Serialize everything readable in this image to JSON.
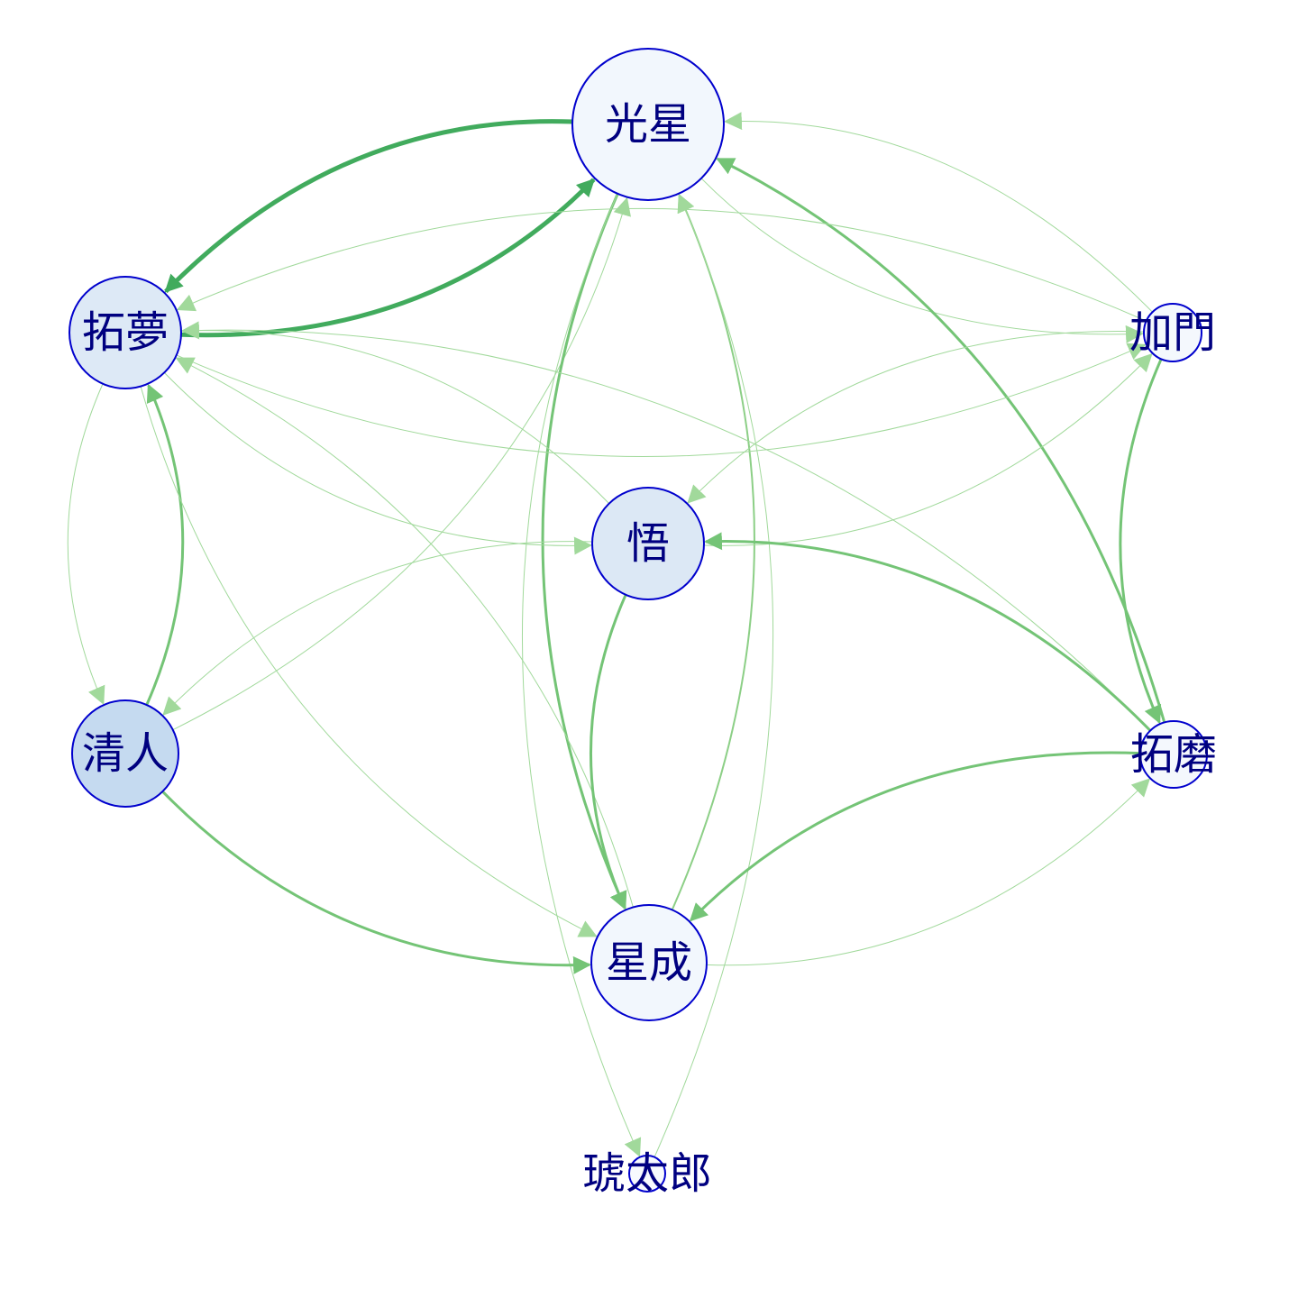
{
  "nodes": [
    {
      "id": "kosei",
      "label": "光星",
      "fill": "#f2f7fd"
    },
    {
      "id": "takumu",
      "label": "拓夢",
      "fill": "#dde9f6"
    },
    {
      "id": "kamon",
      "label": "加門",
      "fill": "#f4f8fd"
    },
    {
      "id": "satoru",
      "label": "悟",
      "fill": "#dce8f5"
    },
    {
      "id": "kiyoto",
      "label": "清人",
      "fill": "#c5daf0"
    },
    {
      "id": "takuma",
      "label": "拓磨",
      "fill": "#f4f8fd"
    },
    {
      "id": "seina",
      "label": "星成",
      "fill": "#f2f7fd"
    },
    {
      "id": "kotaro",
      "label": "琥太郎",
      "fill": "#f7fafe"
    }
  ],
  "edges": [
    {
      "from": "takumu",
      "to": "kosei",
      "weight": 5,
      "color": "#41ab5d"
    },
    {
      "from": "kosei",
      "to": "takumu",
      "weight": 5,
      "color": "#41ab5d"
    },
    {
      "from": "kiyoto",
      "to": "kosei",
      "weight": 1,
      "color": "#a1d99b"
    },
    {
      "from": "kamon",
      "to": "kosei",
      "weight": 1,
      "color": "#a1d99b"
    },
    {
      "from": "kosei",
      "to": "kamon",
      "weight": 1,
      "color": "#a1d99b"
    },
    {
      "from": "takuma",
      "to": "kosei",
      "weight": 3,
      "color": "#74c476"
    },
    {
      "from": "seina",
      "to": "kosei",
      "weight": 2,
      "color": "#8ccf86"
    },
    {
      "from": "kosei",
      "to": "seina",
      "weight": 3,
      "color": "#74c476"
    },
    {
      "from": "kotaro",
      "to": "kosei",
      "weight": 1,
      "color": "#a1d99b"
    },
    {
      "from": "kosei",
      "to": "kotaro",
      "weight": 1,
      "color": "#a1d99b"
    },
    {
      "from": "kiyoto",
      "to": "takumu",
      "weight": 3,
      "color": "#74c476"
    },
    {
      "from": "takumu",
      "to": "kiyoto",
      "weight": 1,
      "color": "#a1d99b"
    },
    {
      "from": "kamon",
      "to": "takumu",
      "weight": 1,
      "color": "#a1d99b"
    },
    {
      "from": "takumu",
      "to": "kamon",
      "weight": 1,
      "color": "#a1d99b"
    },
    {
      "from": "satoru",
      "to": "takumu",
      "weight": 1,
      "color": "#a1d99b"
    },
    {
      "from": "takumu",
      "to": "satoru",
      "weight": 1,
      "color": "#a1d99b"
    },
    {
      "from": "takuma",
      "to": "takumu",
      "weight": 1,
      "color": "#a1d99b"
    },
    {
      "from": "takumu",
      "to": "seina",
      "weight": 1,
      "color": "#a1d99b"
    },
    {
      "from": "seina",
      "to": "takumu",
      "weight": 1,
      "color": "#a1d99b"
    },
    {
      "from": "kamon",
      "to": "satoru",
      "weight": 1,
      "color": "#a1d99b"
    },
    {
      "from": "satoru",
      "to": "kamon",
      "weight": 1,
      "color": "#a1d99b"
    },
    {
      "from": "kamon",
      "to": "takuma",
      "weight": 3,
      "color": "#74c476"
    },
    {
      "from": "satoru",
      "to": "kiyoto",
      "weight": 1,
      "color": "#a1d99b"
    },
    {
      "from": "satoru",
      "to": "seina",
      "weight": 3,
      "color": "#74c476"
    },
    {
      "from": "takuma",
      "to": "satoru",
      "weight": 3,
      "color": "#74c476"
    },
    {
      "from": "kiyoto",
      "to": "seina",
      "weight": 3,
      "color": "#74c476"
    },
    {
      "from": "takuma",
      "to": "seina",
      "weight": 3,
      "color": "#74c476"
    },
    {
      "from": "seina",
      "to": "takuma",
      "weight": 1,
      "color": "#a1d99b"
    }
  ]
}
